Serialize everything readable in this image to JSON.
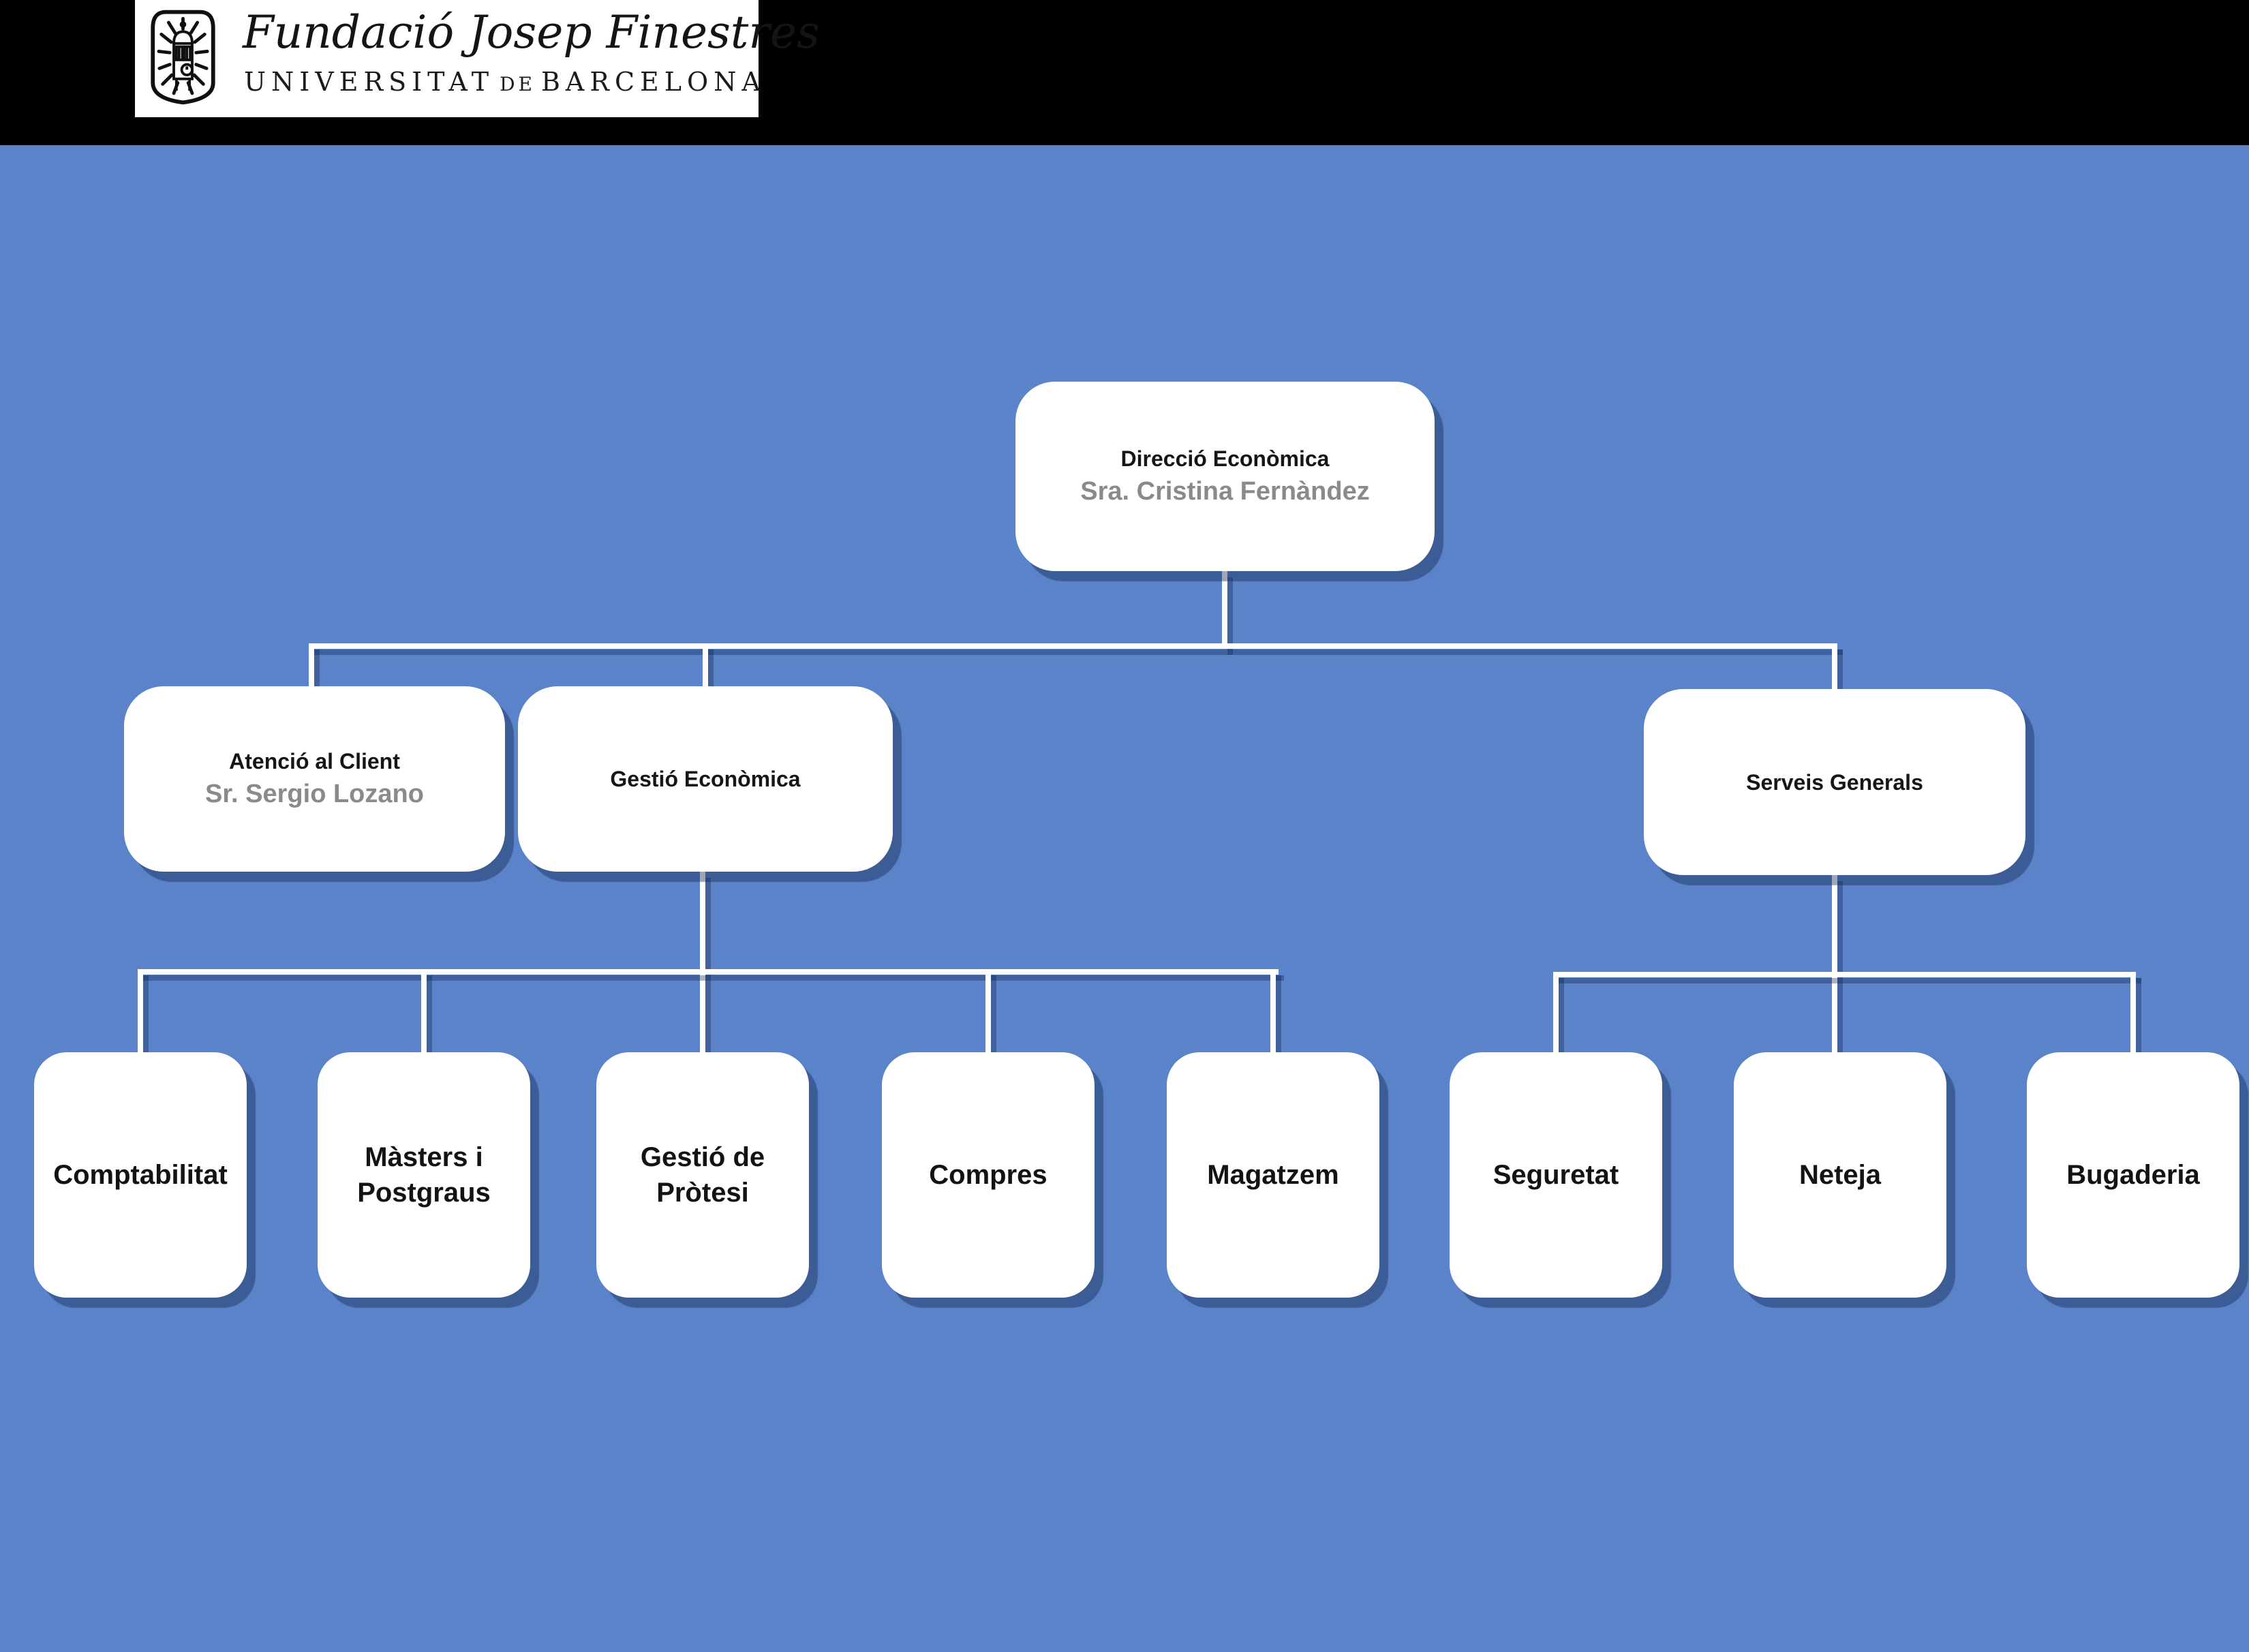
{
  "colors": {
    "background": "#5b83c9",
    "top_bar": "#000000",
    "node_fill": "#ffffff",
    "connector": "#ffffff",
    "title_text": "#161616",
    "person_text": "#8a8a8a"
  },
  "header": {
    "brand_title": "Fundació Josep Finestres",
    "brand_subtitle_word1": "UNIVERSITAT",
    "brand_subtitle_word2": "DE",
    "brand_subtitle_word3": "BARCELONA"
  },
  "org": {
    "root": {
      "title": "Direcció Econòmica",
      "person": "Sra. Cristina Fernàndez"
    },
    "level2": [
      {
        "title": "Atenció al Client",
        "person": "Sr. Sergio Lozano"
      },
      {
        "title": "Gestió Econòmica"
      },
      {
        "title": "Serveis Generals"
      }
    ],
    "level3": [
      "Comptabilitat",
      "Màsters i Postgraus",
      "Gestió de Pròtesi",
      "Compres",
      "Magatzem",
      "Seguretat",
      "Neteja",
      "Bugaderia"
    ]
  }
}
